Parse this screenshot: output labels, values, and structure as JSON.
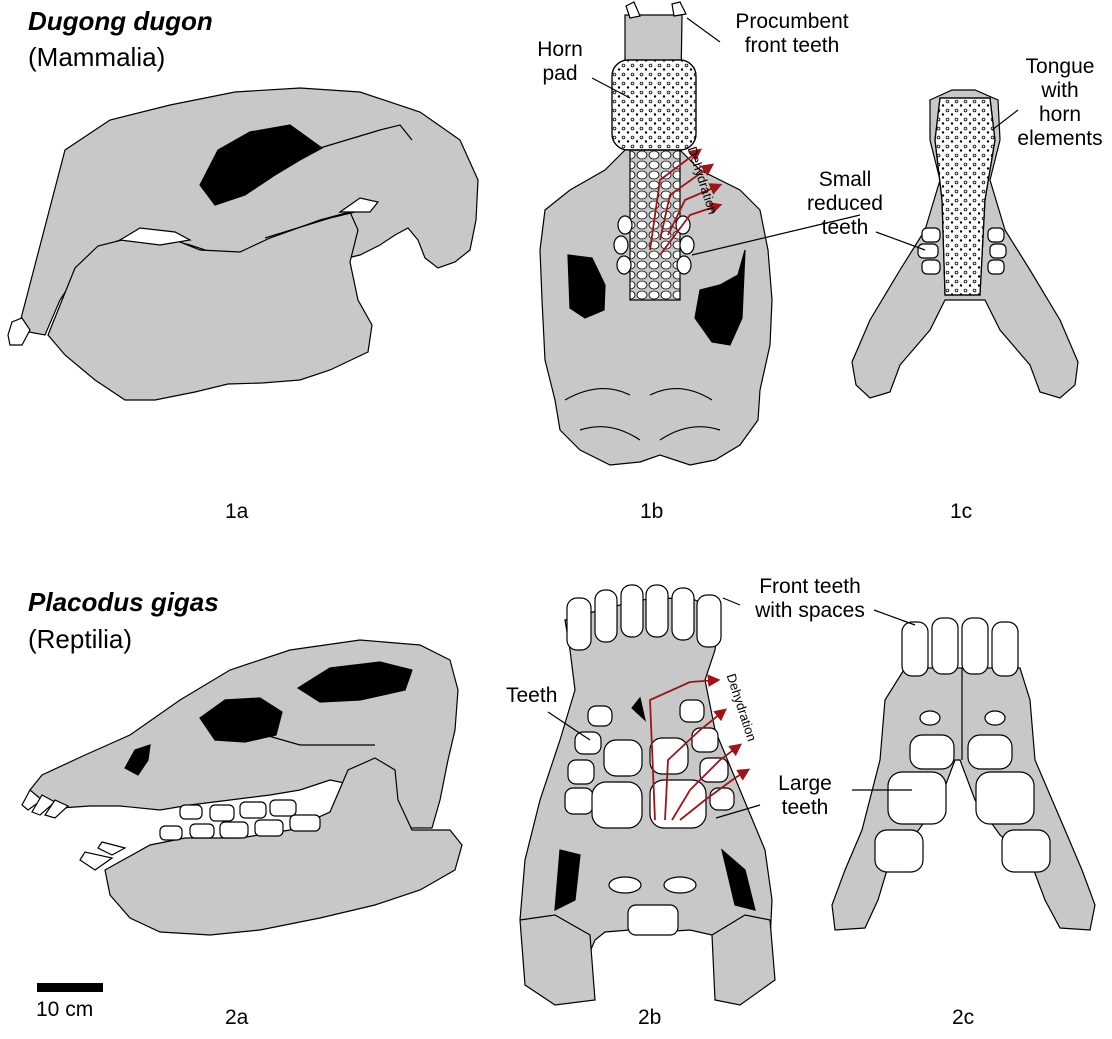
{
  "colors": {
    "bone": "#c8c8c8",
    "outline": "#000000",
    "opening": "#000000",
    "tooth": "#ffffff",
    "dehydration": "#a01418"
  },
  "species": [
    {
      "name": "Dugong dugon",
      "class": "(Mammalia)"
    },
    {
      "name": "Placodus gigas",
      "class": "(Reptilia)"
    }
  ],
  "panels": [
    "1a",
    "1b",
    "1c",
    "2a",
    "2b",
    "2c"
  ],
  "labels": {
    "procumbent_teeth": [
      "Procumbent",
      "front teeth"
    ],
    "horn_pad": [
      "Horn",
      "pad"
    ],
    "tongue": [
      "Tongue",
      "with",
      "horn",
      "elements"
    ],
    "small_teeth": [
      "Small",
      "reduced",
      "teeth"
    ],
    "dehydration": "Dehydration",
    "front_teeth_spaces": [
      "Front teeth",
      "with spaces"
    ],
    "teeth": "Teeth",
    "large_teeth": [
      "Large",
      "teeth"
    ]
  },
  "scale_bar": {
    "label": "10 cm"
  }
}
